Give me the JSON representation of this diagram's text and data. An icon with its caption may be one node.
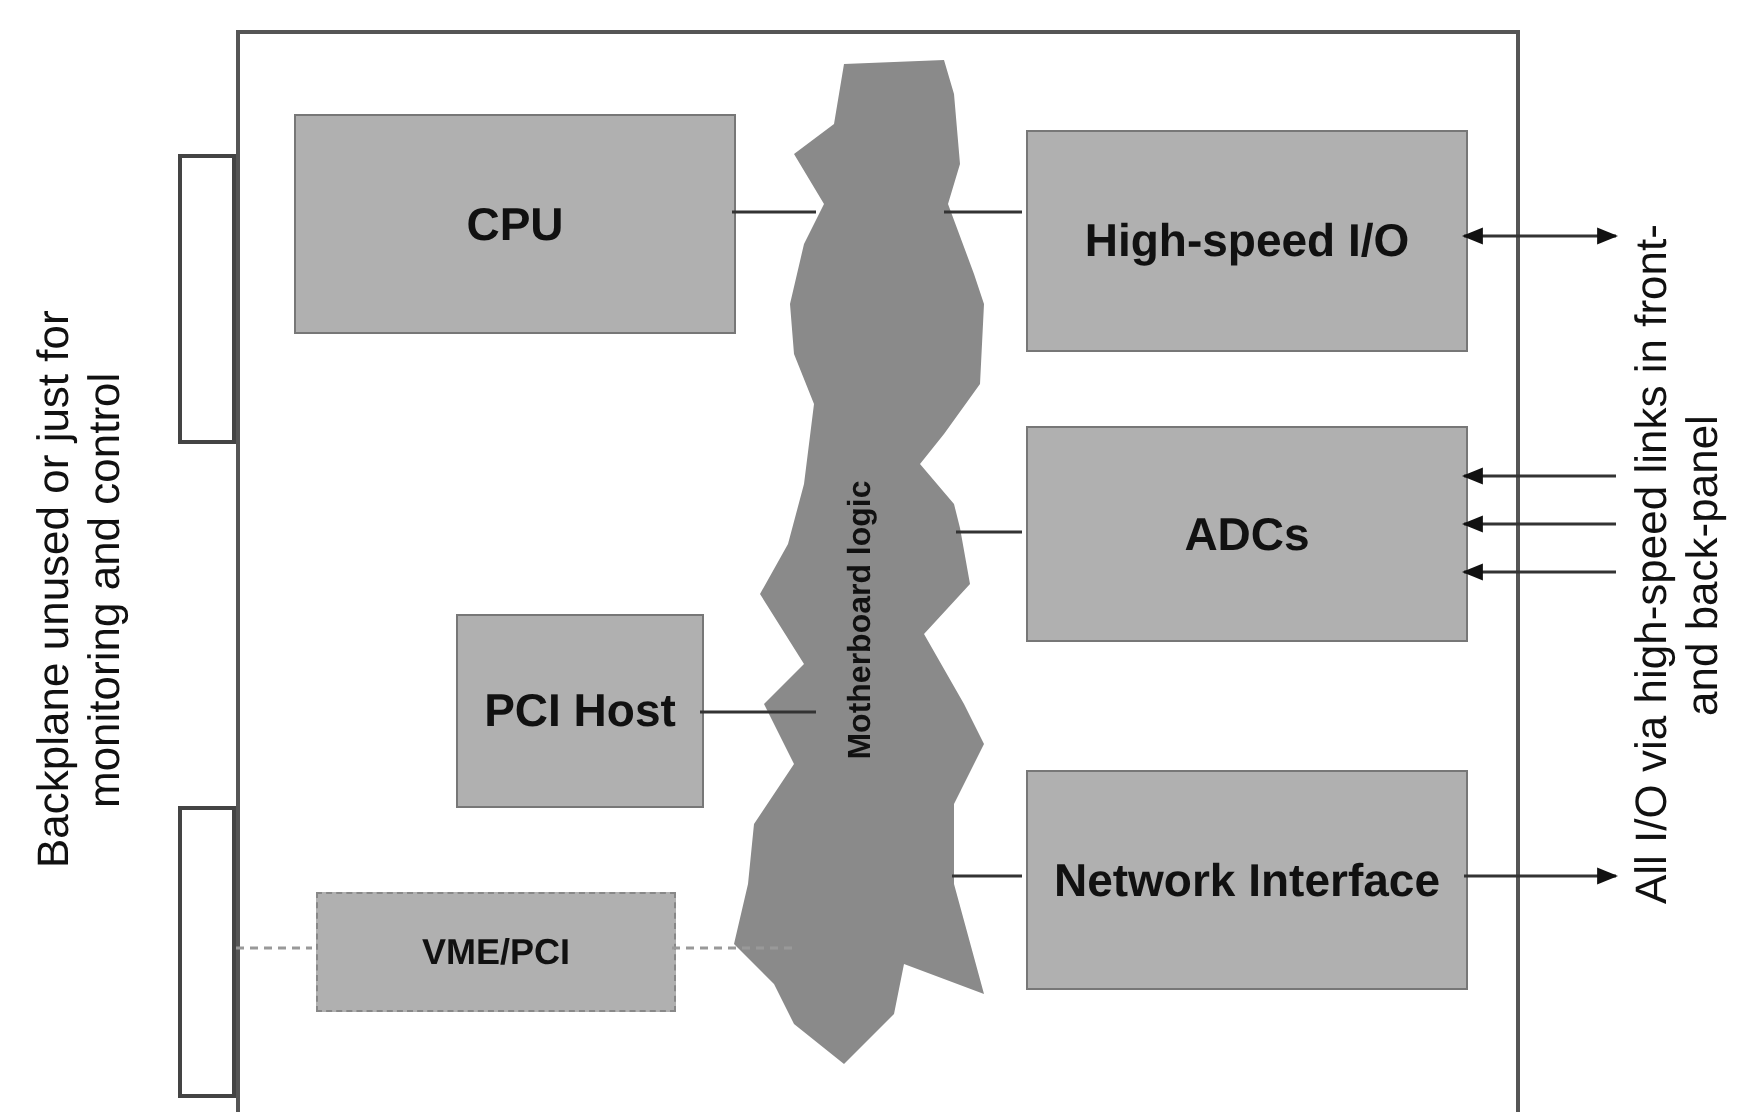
{
  "diagram": {
    "nodes": [
      {
        "text": [],
        "shape": "box"
      },
      {
        "text": [
          "CPU"
        ],
        "in": 0
      },
      {
        "text": [
          "Motherboard logic"
        ],
        "in": 0
      },
      {
        "text": [
          "High-speed I/O"
        ],
        "in": 0
      },
      {
        "text": [
          "ADCs"
        ],
        "in": 0
      },
      {
        "text": [
          "PCI Host"
        ],
        "in": 0
      },
      {
        "text": [
          "VME/PCI"
        ],
        "in": 0
      },
      {
        "text": [
          "Network Interface"
        ],
        "in": 0
      },
      {
        "text": [],
        "shape": "bar"
      },
      {
        "text": [],
        "shape": "bar"
      },
      {
        "text": [
          "All I/O via high-speed links in front- and back-panel"
        ]
      }
    ],
    "edges": [
      {
        "from": 1,
        "to": 2,
        "arrow": "none"
      },
      {
        "from": 2,
        "to": 3,
        "arrow": "none"
      },
      {
        "from": 2,
        "to": 4,
        "arrow": "none"
      },
      {
        "from": 5,
        "to": 2,
        "arrow": "none"
      },
      {
        "from": 2,
        "to": 7,
        "arrow": "none"
      },
      {
        "from": 6,
        "to": 2,
        "arrow": "none",
        "style": "dashed",
        "color": "#999999"
      },
      {
        "from": 9,
        "to": 6,
        "arrow": "none",
        "style": "dashed",
        "color": "#999999"
      },
      {
        "from": 3,
        "to": 10,
        "arrow": "both"
      },
      {
        "from": 10,
        "to": 4,
        "arrow": "to"
      },
      {
        "from": 10,
        "to": 4,
        "arrow": "to"
      },
      {
        "from": 10,
        "to": 4,
        "arrow": "to"
      },
      {
        "from": 7,
        "to": 10,
        "arrow": "to"
      }
    ],
    "labels": [
      "Backplane unused or just for monitoring and control"
    ]
  }
}
